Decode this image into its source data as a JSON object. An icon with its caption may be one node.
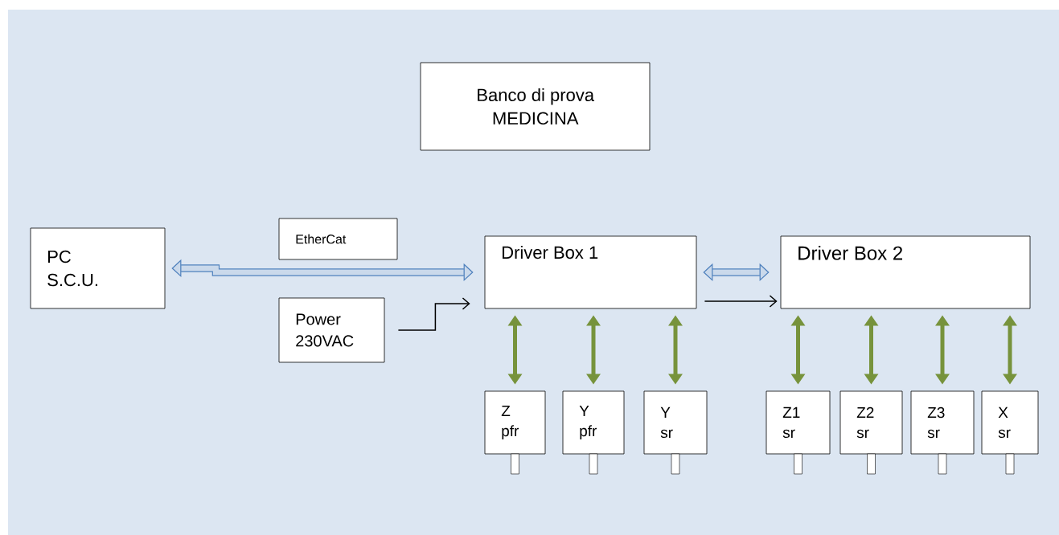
{
  "diagram": {
    "nodes": [
      {
        "text": [
          "Banco di prova MEDICINA"
        ]
      },
      {
        "text": [
          "PC S.C.U."
        ]
      },
      {
        "text": [
          "EtherCat"
        ]
      },
      {
        "text": [
          "Driver Box 1"
        ]
      },
      {
        "text": [
          "Driver Box 2"
        ]
      },
      {
        "text": [
          "Power 230VAC"
        ]
      },
      {
        "text": [
          "Z pfr"
        ]
      },
      {
        "text": [
          "Y pfr"
        ]
      },
      {
        "text": [
          "Y sr"
        ]
      },
      {
        "text": [
          "Z1 sr"
        ]
      },
      {
        "text": [
          "Z2 sr"
        ]
      },
      {
        "text": [
          "Z3 sr"
        ]
      },
      {
        "text": [
          "X sr"
        ]
      }
    ],
    "edges": [
      {
        "from": 1,
        "to": 3,
        "arrow": "both",
        "style": "thick",
        "color": "#4f81bd"
      },
      {
        "from": 5,
        "to": 3,
        "arrow": "to",
        "color": "#000000"
      },
      {
        "from": 3,
        "to": 4,
        "arrow": "both",
        "style": "thick",
        "color": "#4f81bd"
      },
      {
        "from": 3,
        "to": 4,
        "arrow": "to",
        "color": "#000000"
      },
      {
        "from": 3,
        "to": 6,
        "arrow": "both"
      },
      {
        "from": 3,
        "to": 7,
        "arrow": "both"
      },
      {
        "from": 3,
        "to": 8,
        "arrow": "both"
      },
      {
        "from": 4,
        "to": 9,
        "arrow": "both"
      },
      {
        "from": 4,
        "to": 10,
        "arrow": "both"
      },
      {
        "from": 4,
        "to": 11,
        "arrow": "both"
      },
      {
        "from": 4,
        "to": 12,
        "arrow": "both"
      }
    ]
  }
}
